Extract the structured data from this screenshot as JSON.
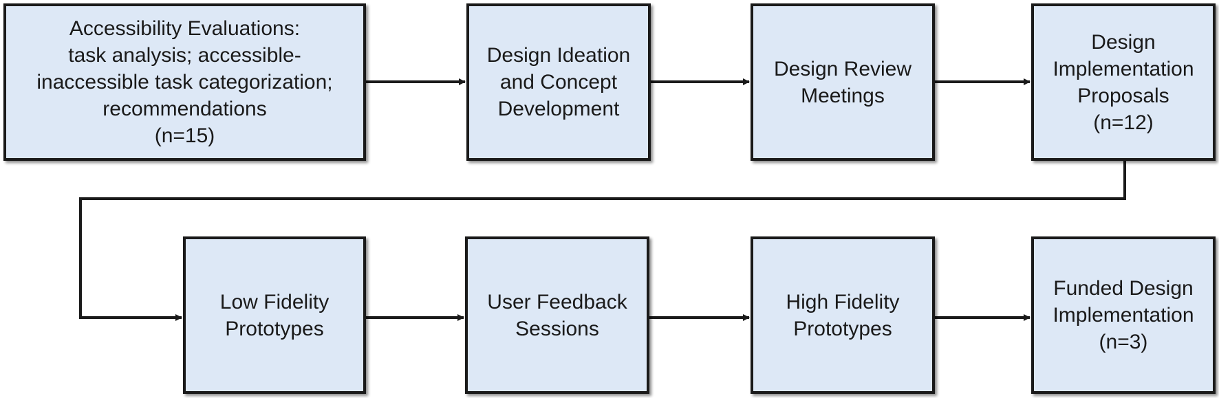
{
  "nodes": [
    {
      "id": "accessibility-evaluations",
      "lines": [
        "Accessibility Evaluations:",
        "task analysis; accessible-",
        "inaccessible task categorization;",
        "recommendations",
        "(n=15)"
      ]
    },
    {
      "id": "design-ideation",
      "lines": [
        "Design Ideation",
        "and Concept",
        "Development"
      ]
    },
    {
      "id": "design-review",
      "lines": [
        "Design Review",
        "Meetings"
      ]
    },
    {
      "id": "implementation-proposals",
      "lines": [
        "Design",
        "Implementation",
        "Proposals",
        "(n=12)"
      ]
    },
    {
      "id": "low-fidelity",
      "lines": [
        "Low Fidelity",
        "Prototypes"
      ]
    },
    {
      "id": "user-feedback",
      "lines": [
        "User Feedback",
        "Sessions"
      ]
    },
    {
      "id": "high-fidelity",
      "lines": [
        "High Fidelity",
        "Prototypes"
      ]
    },
    {
      "id": "funded-implementation",
      "lines": [
        "Funded Design",
        "Implementation",
        "(n=3)"
      ]
    }
  ],
  "edges": [
    {
      "from": "accessibility-evaluations",
      "to": "design-ideation"
    },
    {
      "from": "design-ideation",
      "to": "design-review"
    },
    {
      "from": "design-review",
      "to": "implementation-proposals"
    },
    {
      "from": "implementation-proposals",
      "to": "low-fidelity"
    },
    {
      "from": "low-fidelity",
      "to": "user-feedback"
    },
    {
      "from": "user-feedback",
      "to": "high-fidelity"
    },
    {
      "from": "high-fidelity",
      "to": "funded-implementation"
    }
  ],
  "colors": {
    "box_fill": "#dde8f6",
    "stroke": "#1a1a1a"
  }
}
